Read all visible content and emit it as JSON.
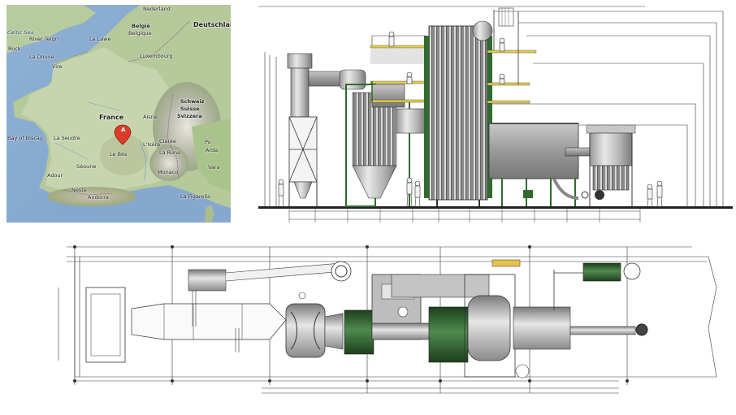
{
  "map": {
    "pin_letter": "A",
    "labels": {
      "nederland": "Nederland",
      "celtic_sea": "Celtic Sea",
      "belgie": "België",
      "belgique": "Belgique",
      "deutschland": "Deutschland",
      "river_teign": "River Teign",
      "la_lawe": "La Lawe",
      "rock": "Rock",
      "luxembourg": "Luxembourg",
      "la_douve": "La Douve",
      "vire": "Vire",
      "france": "France",
      "aisne": "Aisne",
      "schweiz": "Schweiz",
      "suisse": "Suisse",
      "svizzera": "Svizzera",
      "bay_of_biscay": "Bay of Biscay",
      "la_seudre": "La Seudre",
      "le_bes": "Le Bès",
      "l_isere": "L'Isère",
      "clarée": "Clarée",
      "po": "Po",
      "la_rune": "La Rune",
      "arda": "Arda",
      "seoune": "Séoune",
      "monaco": "Monaco",
      "adour": "Adour",
      "vara": "Vara",
      "neste": "Neste",
      "andorra": "Andorra",
      "la_figarella": "La Figarella"
    }
  }
}
